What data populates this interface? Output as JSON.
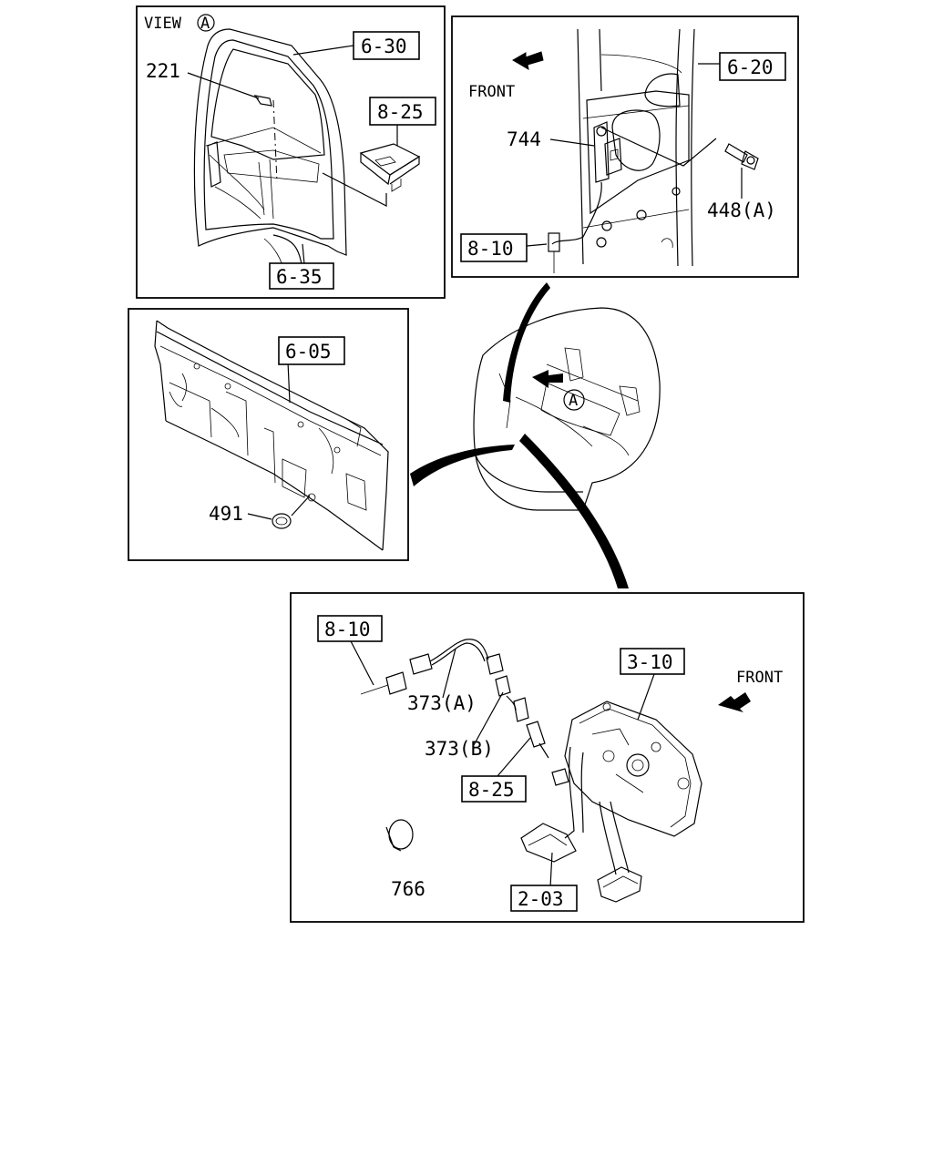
{
  "panel_a": {
    "view_label": "VIEW",
    "view_marker": "A",
    "callouts": {
      "c630": "6-30",
      "c825": "8-25",
      "c635": "6-35",
      "c221": "221"
    }
  },
  "panel_b": {
    "front": "FRONT",
    "callouts": {
      "c620": "6-20",
      "c744": "744",
      "c448": "448(A)",
      "c810": "8-10"
    }
  },
  "panel_c": {
    "callouts": {
      "c605": "6-05",
      "c491": "491"
    }
  },
  "center": {
    "marker": "A"
  },
  "panel_d": {
    "front": "FRONT",
    "callouts": {
      "c810": "8-10",
      "c373a": "373(A)",
      "c373b": "373(B)",
      "c825": "8-25",
      "c310": "3-10",
      "c203": "2-03",
      "c766": "766"
    }
  }
}
